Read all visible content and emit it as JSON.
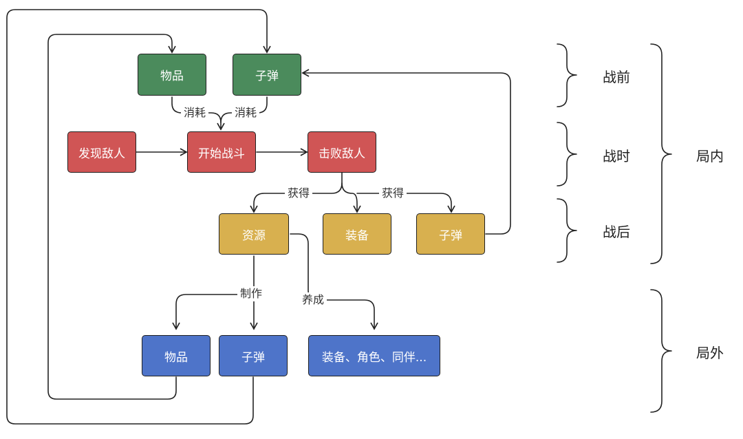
{
  "colors": {
    "green": "#4b8b5c",
    "red": "#d05555",
    "yellow": "#d8b04f",
    "blue": "#4e74c9",
    "line": "#222222"
  },
  "nodes": {
    "item_top": "物品",
    "bullet_top": "子弹",
    "discover_enemy": "发现敌人",
    "start_battle": "开始战斗",
    "defeat_enemy": "击败敌人",
    "resources": "资源",
    "equipment": "装备",
    "bullet_mid": "子弹",
    "item_bottom": "物品",
    "bullet_bottom": "子弹",
    "equip_chars": "装备、角色、同伴..."
  },
  "edge_labels": {
    "consume_left": "消耗",
    "consume_right": "消耗",
    "obtain_left": "获得",
    "obtain_right": "获得",
    "craft": "制作",
    "develop": "养成"
  },
  "phases": {
    "before": "战前",
    "during": "战时",
    "after": "战后",
    "in_run": "局内",
    "out_run": "局外"
  }
}
